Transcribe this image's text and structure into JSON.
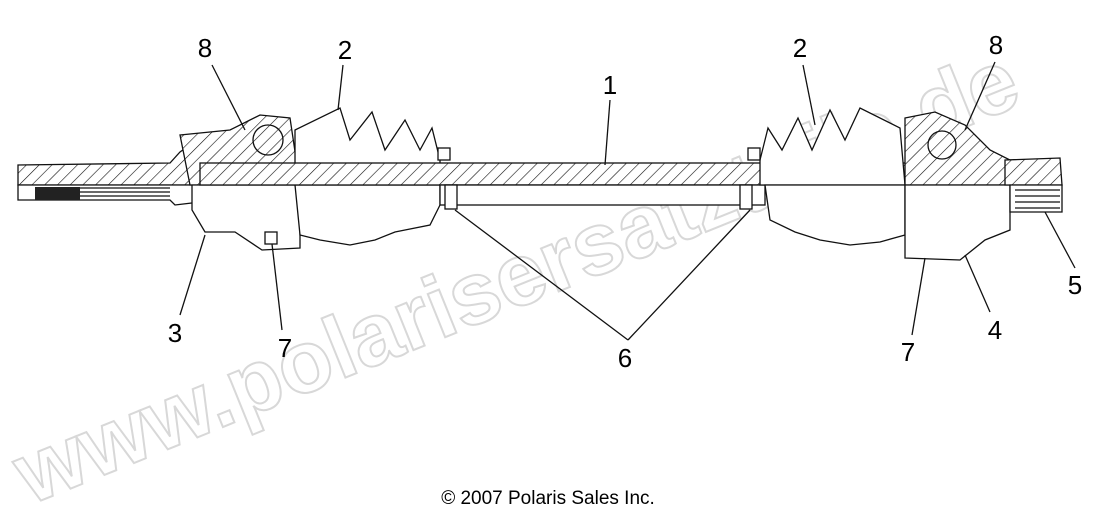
{
  "diagram": {
    "callouts": [
      {
        "id": "left-cv-inner",
        "text": "8"
      },
      {
        "id": "left-boot",
        "text": "2"
      },
      {
        "id": "shaft",
        "text": "1"
      },
      {
        "id": "right-boot",
        "text": "2"
      },
      {
        "id": "right-cv-inner",
        "text": "8"
      },
      {
        "id": "left-housing",
        "text": "3"
      },
      {
        "id": "left-clamp",
        "text": "7"
      },
      {
        "id": "dampers",
        "text": "6"
      },
      {
        "id": "right-clamp",
        "text": "7"
      },
      {
        "id": "right-housing",
        "text": "4"
      },
      {
        "id": "right-spline",
        "text": "5"
      }
    ],
    "watermark": "www.polarisersatzteile.de",
    "copyright": "© 2007 Polaris Sales Inc."
  }
}
